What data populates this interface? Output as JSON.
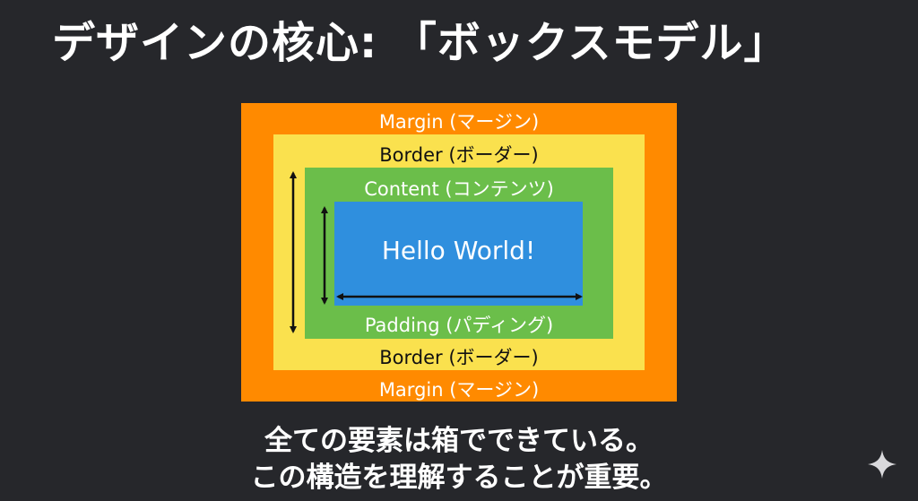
{
  "title": "デザインの核心: 「ボックスモデル」",
  "diagram": {
    "margin_top": "Margin (マージン)",
    "border_top": "Border (ボーダー)",
    "content_top": "Content (コンテンツ)",
    "content_text": "Hello World!",
    "padding_bottom": "Padding (パディング)",
    "border_bottom": "Border (ボーダー)",
    "margin_bottom": "Margin (マージン)"
  },
  "caption": {
    "line1": "全ての要素は箱でできている。",
    "line2": "この構造を理解することが重要。"
  },
  "colors": {
    "background": "#26272b",
    "margin": "#ff8a00",
    "border": "#fae14e",
    "padding": "#6bbe4a",
    "content": "#2f8fde"
  },
  "icons": {
    "corner": "sparkle-icon"
  }
}
